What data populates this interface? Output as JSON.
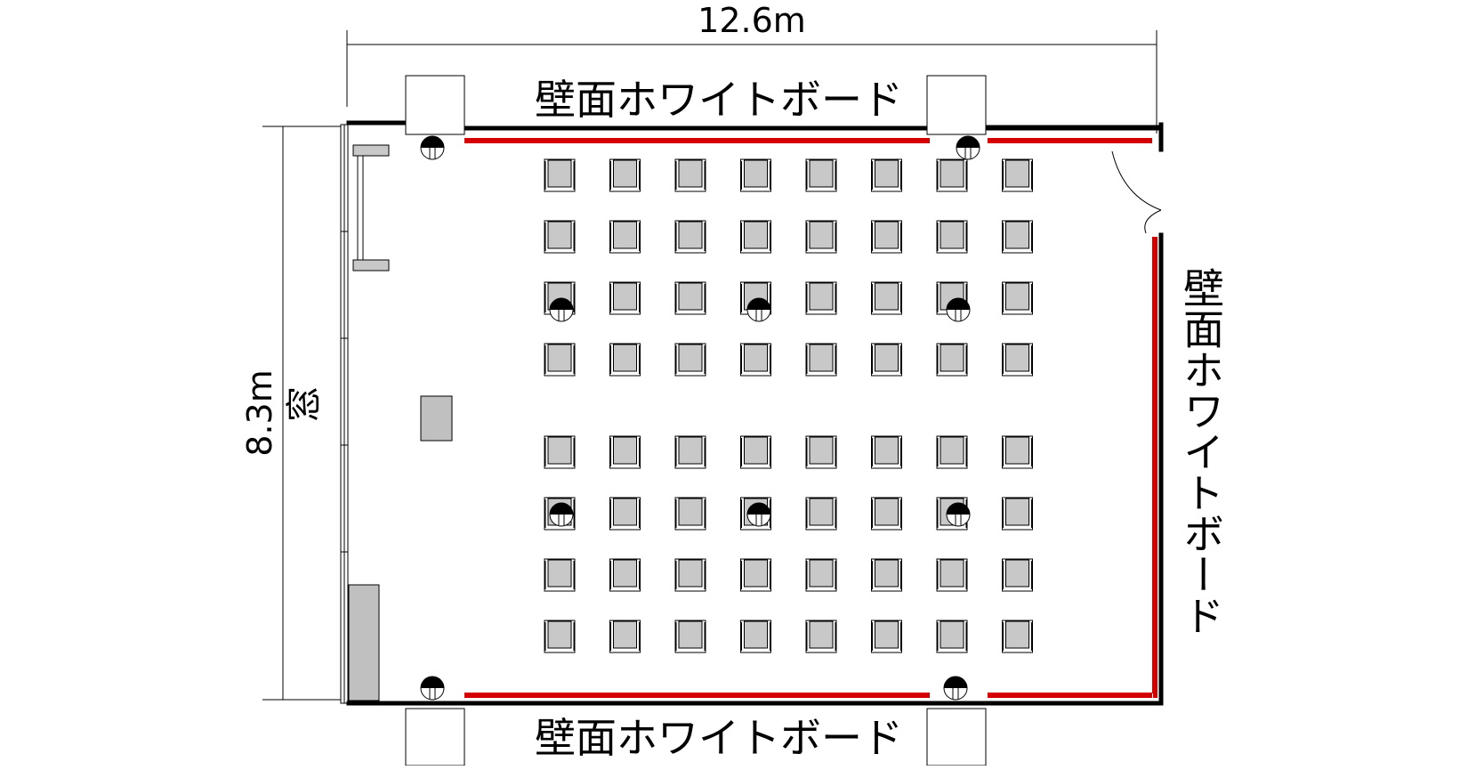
{
  "dimensions": {
    "width_label": "12.6m",
    "height_label": "8.3m"
  },
  "labels": {
    "top_whiteboard": "壁面ホワイトボード",
    "bottom_whiteboard": "壁面ホワイトボード",
    "right_whiteboard": "壁面ホワイトボード",
    "window": "窓"
  },
  "seating": {
    "columns": 8,
    "rows": 8,
    "gap_after_row": 4
  },
  "colors": {
    "wall": "#000000",
    "whiteboard": "#d40000",
    "chair_fill": "#c8c8c8",
    "fixture_fill": "#c0c0c0"
  }
}
